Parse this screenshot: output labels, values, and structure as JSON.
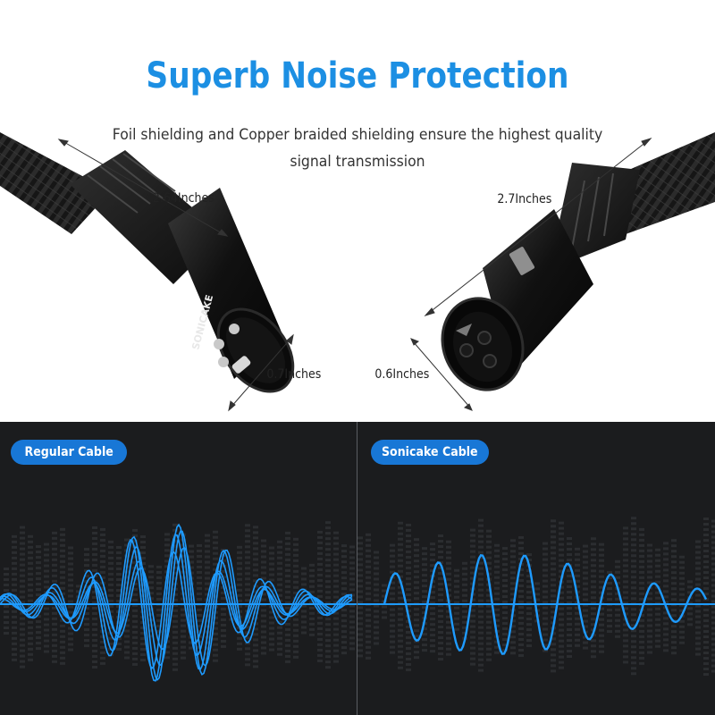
{
  "headline": "Superb Noise Protection",
  "subtitle_line1": "Foil shielding and Copper braided shielding ensure the highest quality",
  "subtitle_line2": "signal transmission",
  "male_connector": {
    "brand": "SONICAKE",
    "length_label": "2.64Inches",
    "diameter_label": "0.7Inches"
  },
  "female_connector": {
    "length_label": "2.7Inches",
    "diameter_label": "0.6Inches"
  },
  "comparison": {
    "left_label": "Regular Cable",
    "right_label": "Sonicake Cable"
  },
  "colors": {
    "accent": "#1c8fe3",
    "pill": "#1877d6",
    "dark_panel": "#1b1c1e",
    "wave": "#1e9bff"
  }
}
